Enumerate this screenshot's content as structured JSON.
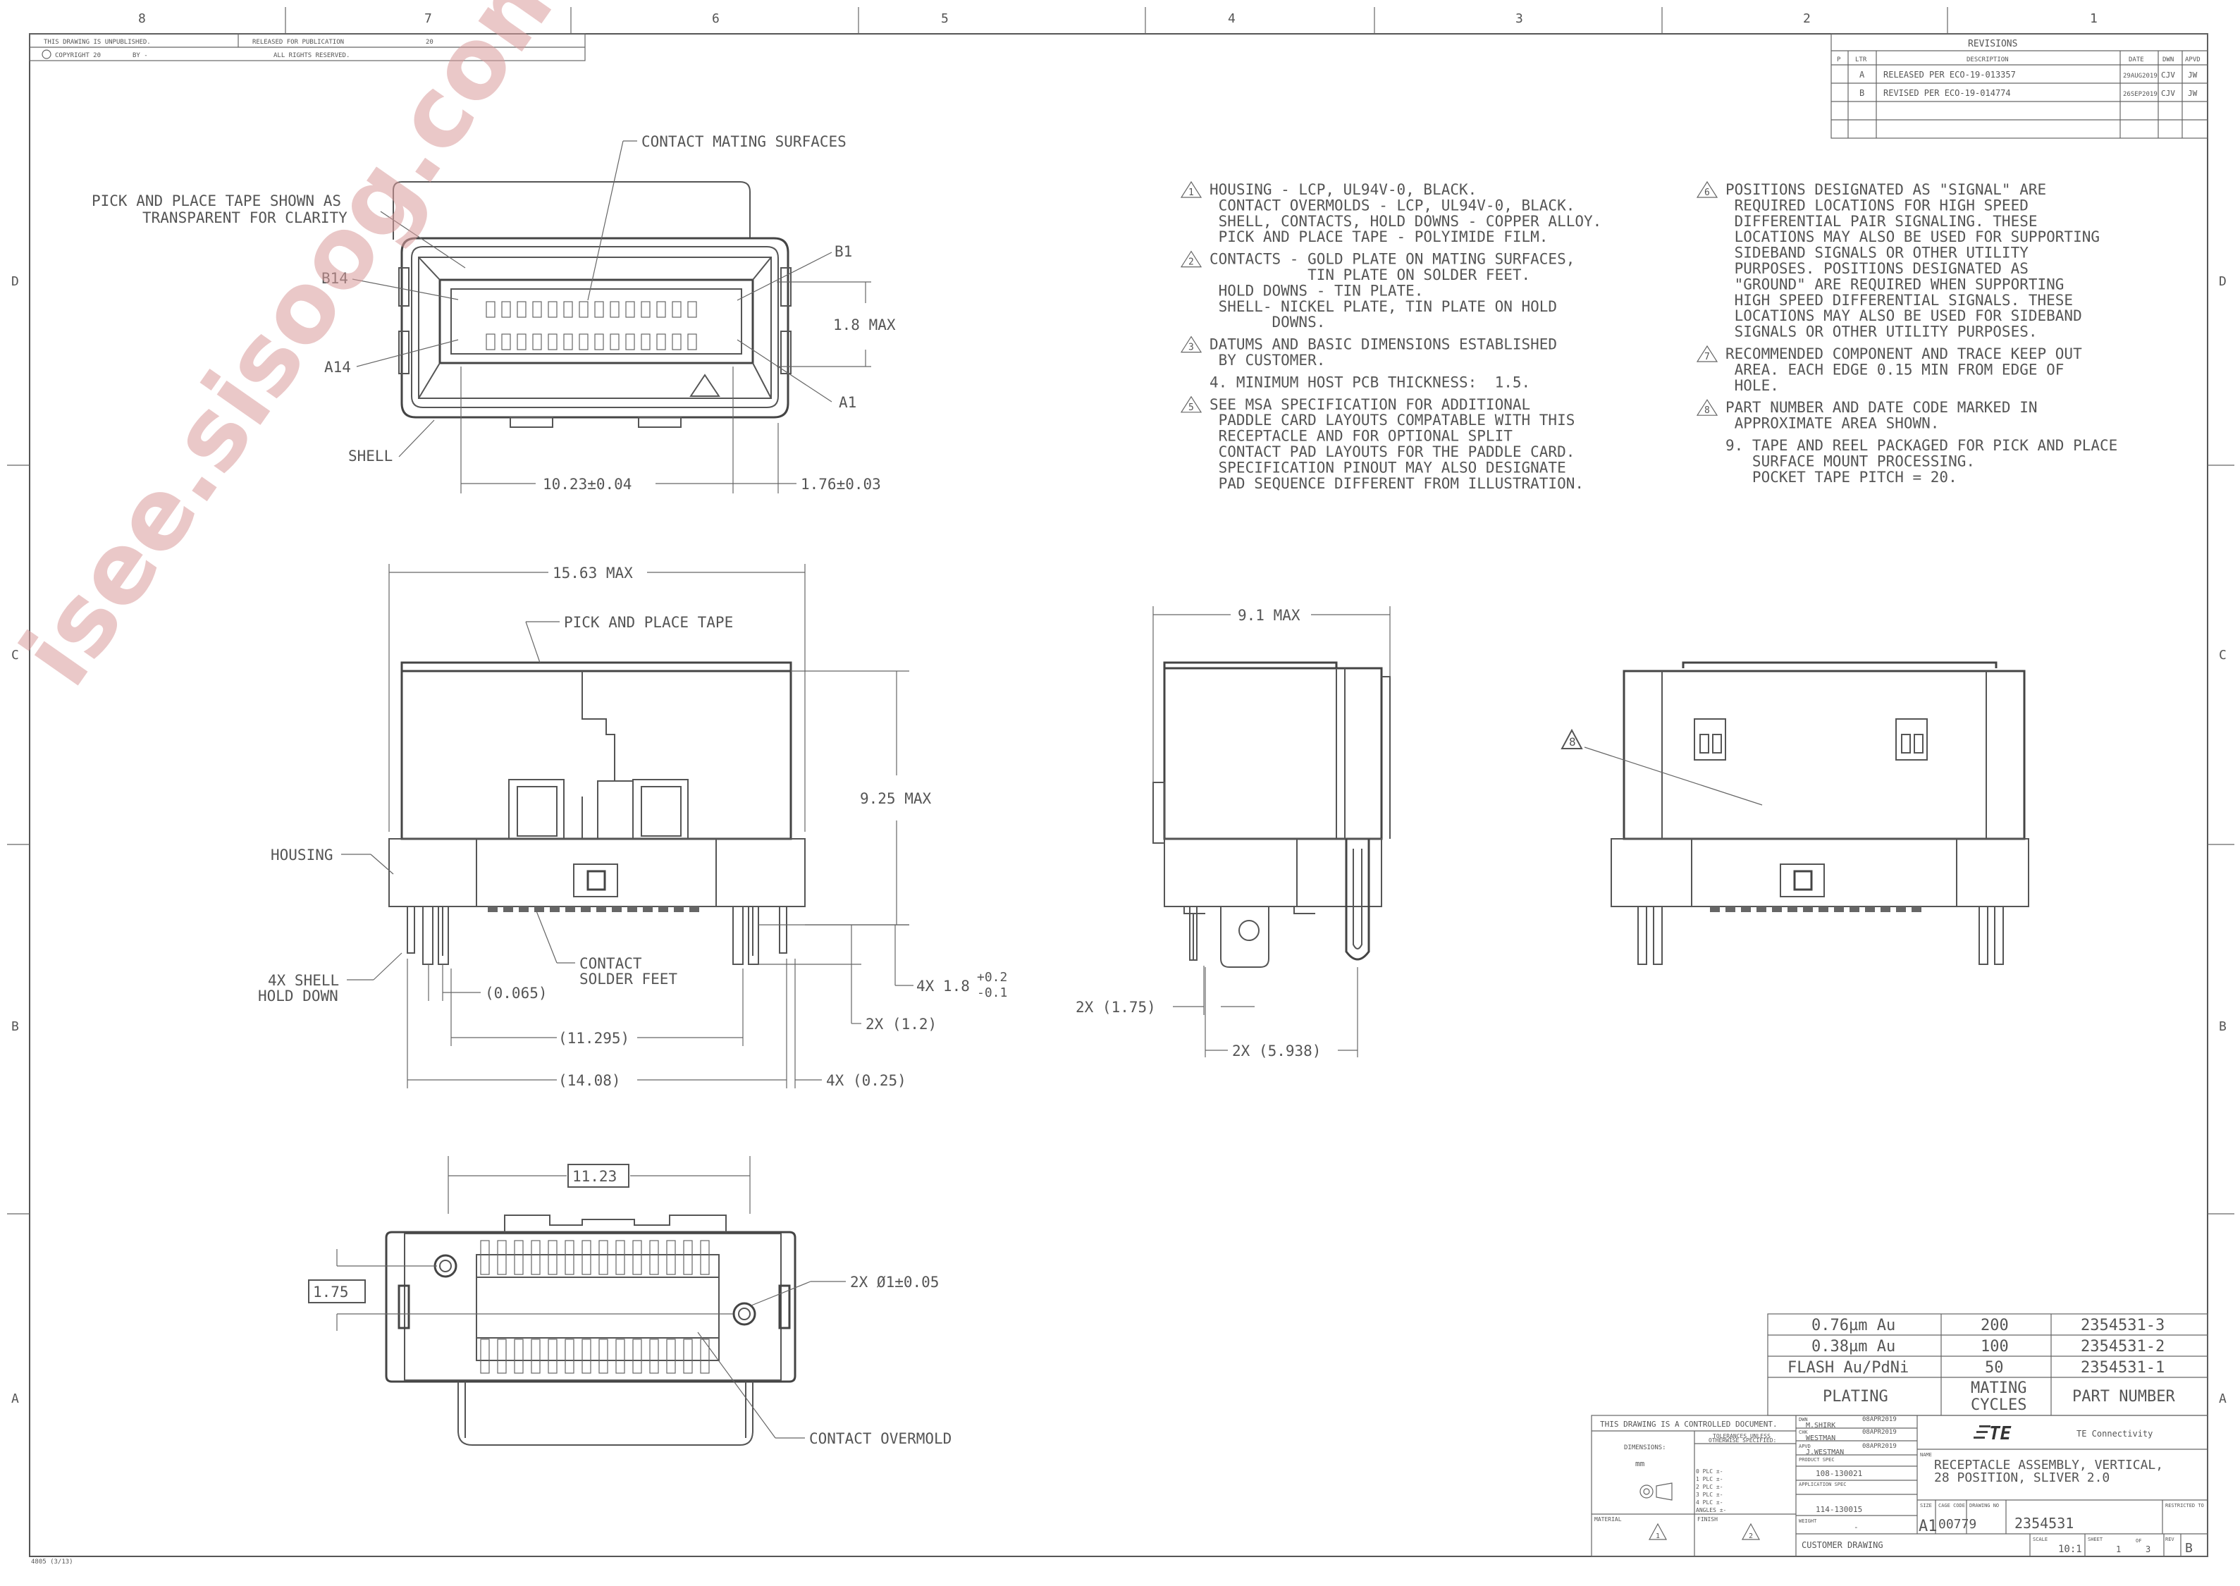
{
  "border": {
    "cols_top": [
      "8",
      "7",
      "6",
      "5",
      "4",
      "3",
      "2",
      "1"
    ],
    "rows_side": [
      "D",
      "C",
      "B",
      "A"
    ],
    "top_left": {
      "unpublished": "THIS DRAWING IS UNPUBLISHED.",
      "released": "RELEASED FOR PUBLICATION",
      "year": "20",
      "copyright": "COPYRIGHT 20",
      "by": "BY -",
      "rights": "ALL RIGHTS RESERVED."
    },
    "form_no": "4805 (3/13)"
  },
  "revisions": {
    "title": "REVISIONS",
    "headers": [
      "P",
      "LTR",
      "DESCRIPTION",
      "DATE",
      "DWN",
      "APVD"
    ],
    "rows": [
      [
        "",
        "A",
        "RELEASED PER ECO-19-013357",
        "29AUG2019",
        "CJV",
        "JW"
      ],
      [
        "",
        "B",
        "REVISED PER ECO-19-014774",
        "26SEP2019",
        "CJV",
        "JW"
      ]
    ]
  },
  "notes_left": [
    {
      "mark": "1",
      "lines": [
        "HOUSING - LCP, UL94V-0, BLACK.",
        " CONTACT OVERMOLDS - LCP, UL94V-0, BLACK.",
        " SHELL, CONTACTS, HOLD DOWNS - COPPER ALLOY.",
        " PICK AND PLACE TAPE - POLYIMIDE FILM."
      ]
    },
    {
      "mark": "2",
      "lines": [
        "CONTACTS - GOLD PLATE ON MATING SURFACES,",
        "           TIN PLATE ON SOLDER FEET.",
        " HOLD DOWNS - TIN PLATE.",
        " SHELL- NICKEL PLATE, TIN PLATE ON HOLD",
        "       DOWNS."
      ]
    },
    {
      "mark": "3",
      "lines": [
        "DATUMS AND BASIC DIMENSIONS ESTABLISHED",
        " BY CUSTOMER."
      ]
    },
    {
      "mark": "",
      "lines": [
        "4. MINIMUM HOST PCB THICKNESS:  1.5."
      ]
    },
    {
      "mark": "5",
      "lines": [
        "SEE MSA SPECIFICATION FOR ADDITIONAL",
        " PADDLE CARD LAYOUTS COMPATABLE WITH THIS",
        " RECEPTACLE AND FOR OPTIONAL SPLIT",
        " CONTACT PAD LAYOUTS FOR THE PADDLE CARD.",
        " SPECIFICATION PINOUT MAY ALSO DESIGNATE",
        " PAD SEQUENCE DIFFERENT FROM ILLUSTRATION."
      ]
    }
  ],
  "notes_right": [
    {
      "mark": "6",
      "lines": [
        "POSITIONS DESIGNATED AS \"SIGNAL\" ARE",
        " REQUIRED LOCATIONS FOR HIGH SPEED",
        " DIFFERENTIAL PAIR SIGNALING. THESE",
        " LOCATIONS MAY ALSO BE USED FOR SUPPORTING",
        " SIDEBAND SIGNALS OR OTHER UTILITY",
        " PURPOSES. POSITIONS DESIGNATED AS",
        " \"GROUND\" ARE REQUIRED WHEN SUPPORTING",
        " HIGH SPEED DIFFERENTIAL SIGNALS. THESE",
        " LOCATIONS MAY ALSO BE USED FOR SIDEBAND",
        " SIGNALS OR OTHER UTILITY PURPOSES."
      ]
    },
    {
      "mark": "7",
      "lines": [
        "RECOMMENDED COMPONENT AND TRACE KEEP OUT",
        " AREA. EACH EDGE 0.15 MIN FROM EDGE OF",
        " HOLE."
      ]
    },
    {
      "mark": "8",
      "lines": [
        "PART NUMBER AND DATE CODE MARKED IN",
        " APPROXIMATE AREA SHOWN."
      ]
    },
    {
      "mark": "",
      "lines": [
        "9. TAPE AND REEL PACKAGED FOR PICK AND PLACE",
        "   SURFACE MOUNT PROCESSING.",
        "   POCKET TAPE PITCH = 20."
      ]
    }
  ],
  "labels": {
    "contact_mating": "CONTACT MATING SURFACES",
    "pick_tape_clear_1": "PICK AND PLACE TAPE SHOWN AS",
    "pick_tape_clear_2": "TRANSPARENT FOR CLARITY",
    "b14": "B14",
    "b1": "B1",
    "a14": "A14",
    "a1": "A1",
    "shell": "SHELL",
    "dim_18max": "1.8 MAX",
    "dim_1023": "10.23±0.04",
    "dim_176": "1.76±0.03",
    "dim_1563": "15.63 MAX",
    "pick_tape": "PICK AND PLACE TAPE",
    "dim_925": "9.25 MAX",
    "housing": "HOUSING",
    "shell_hold_1": "4X SHELL",
    "shell_hold_2": "HOLD DOWN",
    "contact_feet_1": "CONTACT",
    "contact_feet_2": "SOLDER FEET",
    "dim_0065": "(0.065)",
    "dim_11295": "(11.295)",
    "dim_1408": "(14.08)",
    "dim_4x18": "4X 1.8",
    "dim_tol_plus": "+0.2",
    "dim_tol_minus": "-0.1",
    "dim_2x12": "2X (1.2)",
    "dim_4x025": "4X (0.25)",
    "dim_91": "9.1 MAX",
    "dim_2x175": "2X (1.75)",
    "dim_2x5938": "2X (5.938)",
    "mark_8": "8",
    "dim_1123": "11.23",
    "dim_175": "1.75",
    "dim_hole": "2X Ø1±0.05",
    "overmold": "CONTACT OVERMOLD"
  },
  "part_table": {
    "rows": [
      [
        "0.76µm Au",
        "200",
        "2354531-3"
      ],
      [
        "0.38µm Au",
        "100",
        "2354531-2"
      ],
      [
        "FLASH Au/PdNi",
        "50",
        "2354531-1"
      ]
    ],
    "headers": [
      "PLATING",
      "MATING",
      "CYCLES",
      "PART NUMBER"
    ]
  },
  "title_block": {
    "controlled": "THIS DRAWING IS A CONTROLLED DOCUMENT.",
    "dimensions_label": "DIMENSIONS:",
    "dimensions_unit": "mm",
    "tolerances_1": "TOLERANCES UNLESS",
    "tolerances_2": "OTHERWISE SPECIFIED:",
    "plc": [
      "0 PLC  ±-",
      "1 PLC  ±-",
      "2 PLC  ±-",
      "3 PLC  ±-",
      "4 PLC  ±-",
      "ANGLES  ±-"
    ],
    "dwn": "DWN",
    "dwn_name": "M.SHIRK",
    "dwn_date": "08APR2019",
    "chk": "CHK",
    "chk_name": "WESTMAN",
    "chk_date": "08APR2019",
    "apvd": "APVD",
    "apvd_name": "J.WESTMAN",
    "apvd_date": "08APR2019",
    "product_spec": "PRODUCT SPEC",
    "product_spec_val": "108-130021",
    "app_spec": "APPLICATION SPEC",
    "app_spec_val": "114-130015",
    "weight": "WEIGHT",
    "weight_val": "-",
    "material": "MATERIAL",
    "material_mark": "1",
    "finish": "FINISH",
    "finish_mark": "2",
    "logo": "TE",
    "company": "TE Connectivity",
    "name_label": "NAME",
    "name_1": "RECEPTACLE ASSEMBLY, VERTICAL,",
    "name_2": "28 POSITION, SLIVER 2.0",
    "size_label": "SIZE",
    "size": "A1",
    "cage_label": "CAGE CODE",
    "cage": "00779",
    "dwg_label": "DRAWING NO",
    "dwg": "2354531",
    "restricted": "RESTRICTED TO",
    "customer": "CUSTOMER DRAWING",
    "scale_label": "SCALE",
    "scale": "10:1",
    "sheet_label": "SHEET",
    "sheet": "1",
    "of_label": "OF",
    "of": "3",
    "rev_label": "REV",
    "rev": "B"
  },
  "watermark": "isee.sisoog.com"
}
